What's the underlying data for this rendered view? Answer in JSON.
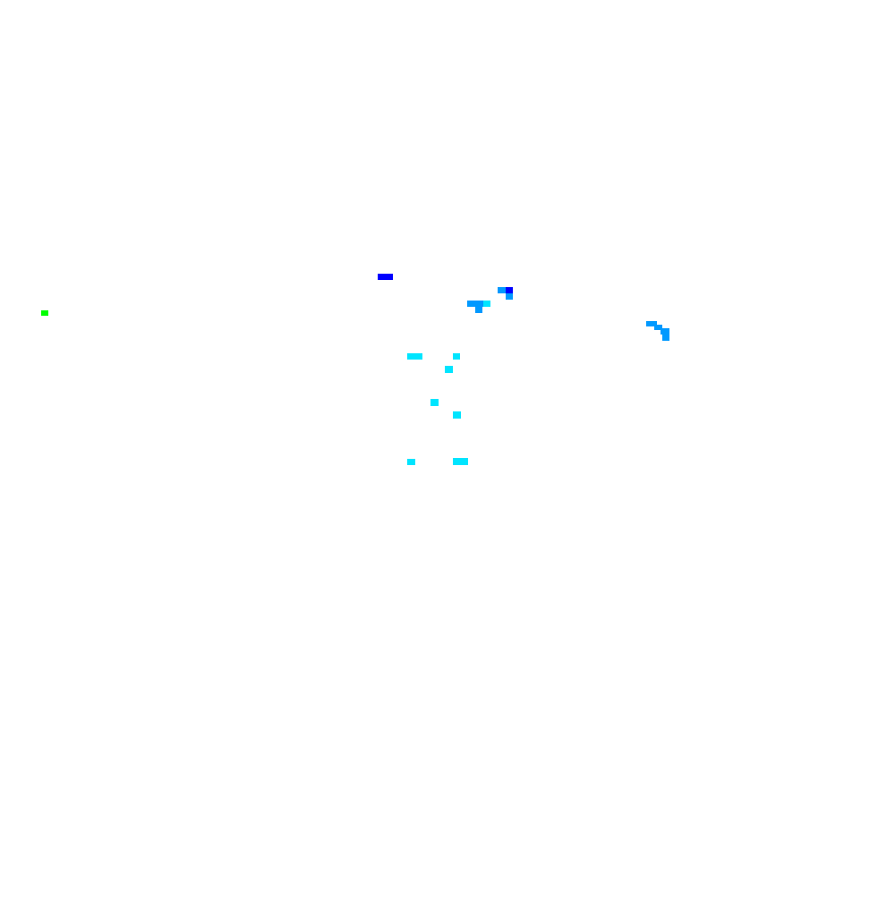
{
  "colors": {
    "background": "#ffffff",
    "green": "#00ff00",
    "blue": "#0000ff",
    "azure": "#0099ff",
    "cyan": "#00e5ff"
  },
  "blobs": [
    {
      "name": "green-pixel-blob",
      "color_key": "green"
    },
    {
      "name": "blue-dash-blob",
      "color_key": "blue"
    },
    {
      "name": "blue-azure-cluster-blob",
      "color_key": "azure"
    },
    {
      "name": "azure-t-shape-blob",
      "color_key": "azure"
    },
    {
      "name": "azure-hook-blob",
      "color_key": "azure"
    },
    {
      "name": "cyan-speckle-blob",
      "color_key": "cyan"
    }
  ]
}
